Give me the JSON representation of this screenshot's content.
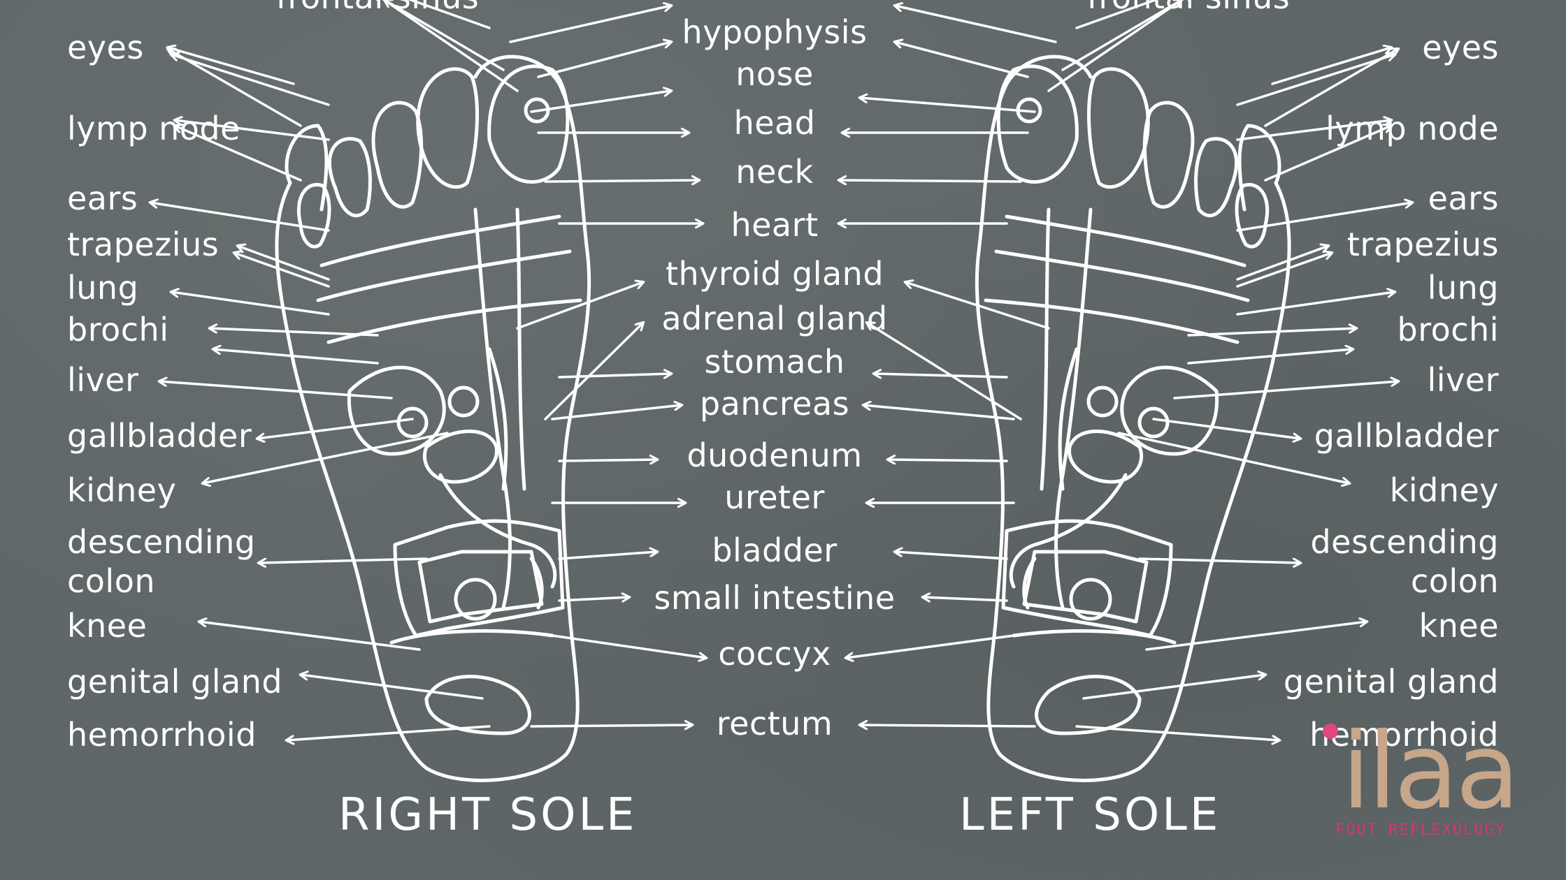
{
  "colors": {
    "board": "#5e6667",
    "chalk": "#ffffff",
    "logo_gold": "#c7a68a",
    "logo_pink": "#d8356e"
  },
  "top_cut_labels": {
    "left": "frontal sinus",
    "right": "frontal sinus"
  },
  "left_labels": [
    "eyes",
    "lymp node",
    "ears",
    "trapezius",
    "lung",
    "brochi",
    "liver",
    "gallbladder",
    "kidney",
    "descending",
    "colon",
    "knee",
    "genital gland",
    "hemorrhoid"
  ],
  "right_labels": [
    "eyes",
    "lymp node",
    "ears",
    "trapezius",
    "lung",
    "brochi",
    "liver",
    "gallbladder",
    "kidney",
    "descending",
    "colon",
    "knee",
    "genital gland",
    "hemorrhoid"
  ],
  "center_labels": [
    "hypophysis",
    "nose",
    "head",
    "neck",
    "heart",
    "thyroid gland",
    "adrenal gland",
    "stomach",
    "pancreas",
    "duodenum",
    "ureter",
    "bladder",
    "small intestine",
    "coccyx",
    "rectum"
  ],
  "sole_titles": {
    "right": "RIGHT SOLE",
    "left": "LEFT SOLE"
  },
  "logo": {
    "word": "ilaa",
    "tagline": "FOOT REFLEXOLOGY"
  }
}
